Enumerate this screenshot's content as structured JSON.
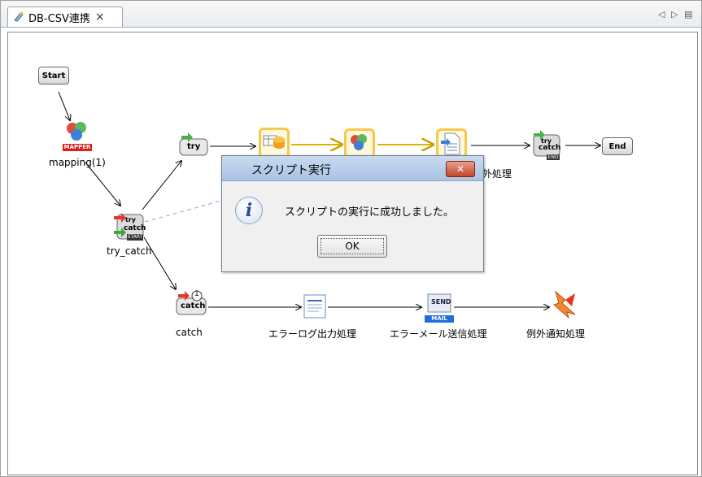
{
  "tab": {
    "title": "DB-CSV連携"
  },
  "nodes": {
    "start": "Start",
    "end": "End",
    "try": "try",
    "catch": "catch",
    "mapper_tag": "MAPPER",
    "mapping_label": "mapping(1)",
    "try_catch_label": "try_catch",
    "try_catch_start_tag": "START",
    "try_catch_end_tag": "END",
    "catch_label": "catch",
    "catch_badge": "1",
    "partial_label": "外処理",
    "error_log_label": "エラーログ出力処理",
    "error_mail_label": "エラーメール送信処理",
    "exception_notice_label": "例外通知処理",
    "mail_tag": "MAIL",
    "send_tag": "SEND"
  },
  "dialog": {
    "title": "スクリプト実行",
    "message": "スクリプトの実行に成功しました。",
    "ok_label": "OK",
    "close_label": "✕"
  }
}
